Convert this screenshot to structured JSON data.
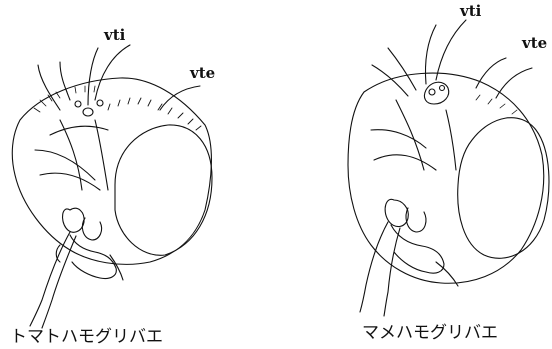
{
  "left_panel": {
    "label_vti": "vti",
    "label_vte": "vte",
    "caption": "トマトハモグリバエ"
  },
  "right_panel": {
    "label_vti": "vti",
    "label_vte": "vte",
    "caption": "マメハモグリバエ"
  },
  "colors": {
    "ink": "#111111",
    "background": "#ffffff"
  }
}
